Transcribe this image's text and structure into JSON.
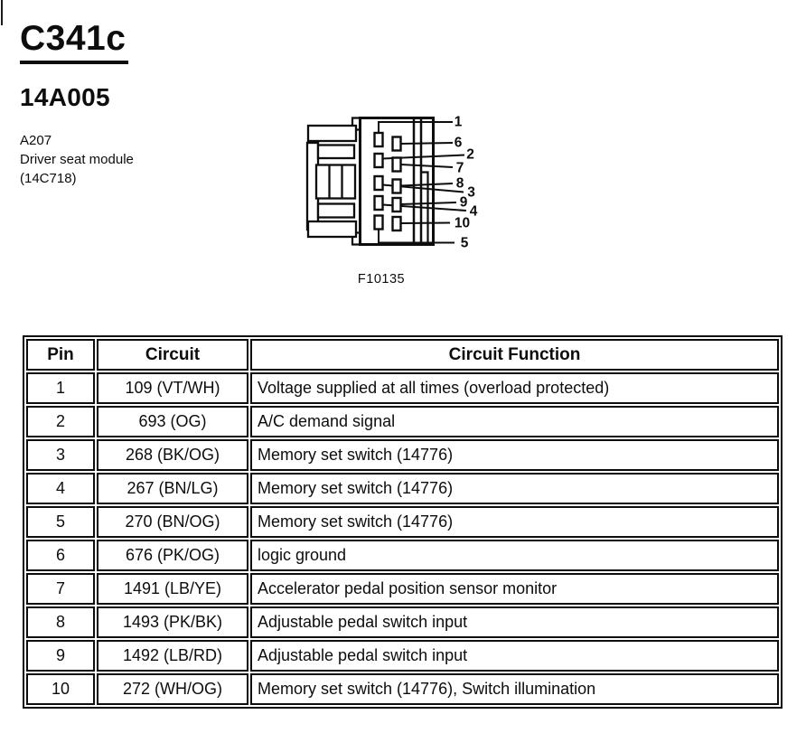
{
  "header": {
    "title": "C341c",
    "subtitle": "14A005"
  },
  "module": {
    "id": "A207",
    "name": "Driver seat module",
    "part": "(14C718)"
  },
  "figure": {
    "label": "F10135",
    "pin_callouts": [
      "1",
      "6",
      "2",
      "7",
      "8",
      "3",
      "9",
      "4",
      "10",
      "5"
    ]
  },
  "table": {
    "headers": [
      "Pin",
      "Circuit",
      "Circuit Function"
    ],
    "rows": [
      [
        "1",
        "109 (VT/WH)",
        "Voltage supplied at all times (overload protected)"
      ],
      [
        "2",
        "693 (OG)",
        "A/C demand signal"
      ],
      [
        "3",
        "268 (BK/OG)",
        "Memory set switch (14776)"
      ],
      [
        "4",
        "267 (BN/LG)",
        "Memory set switch (14776)"
      ],
      [
        "5",
        "270 (BN/OG)",
        "Memory set switch (14776)"
      ],
      [
        "6",
        "676 (PK/OG)",
        "logic ground"
      ],
      [
        "7",
        "1491 (LB/YE)",
        "Accelerator pedal position sensor monitor"
      ],
      [
        "8",
        "1493 (PK/BK)",
        "Adjustable pedal switch input"
      ],
      [
        "9",
        "1492 (LB/RD)",
        "Adjustable pedal switch input"
      ],
      [
        "10",
        "272 (WH/OG)",
        "Memory set switch (14776), Switch illumination"
      ]
    ]
  }
}
